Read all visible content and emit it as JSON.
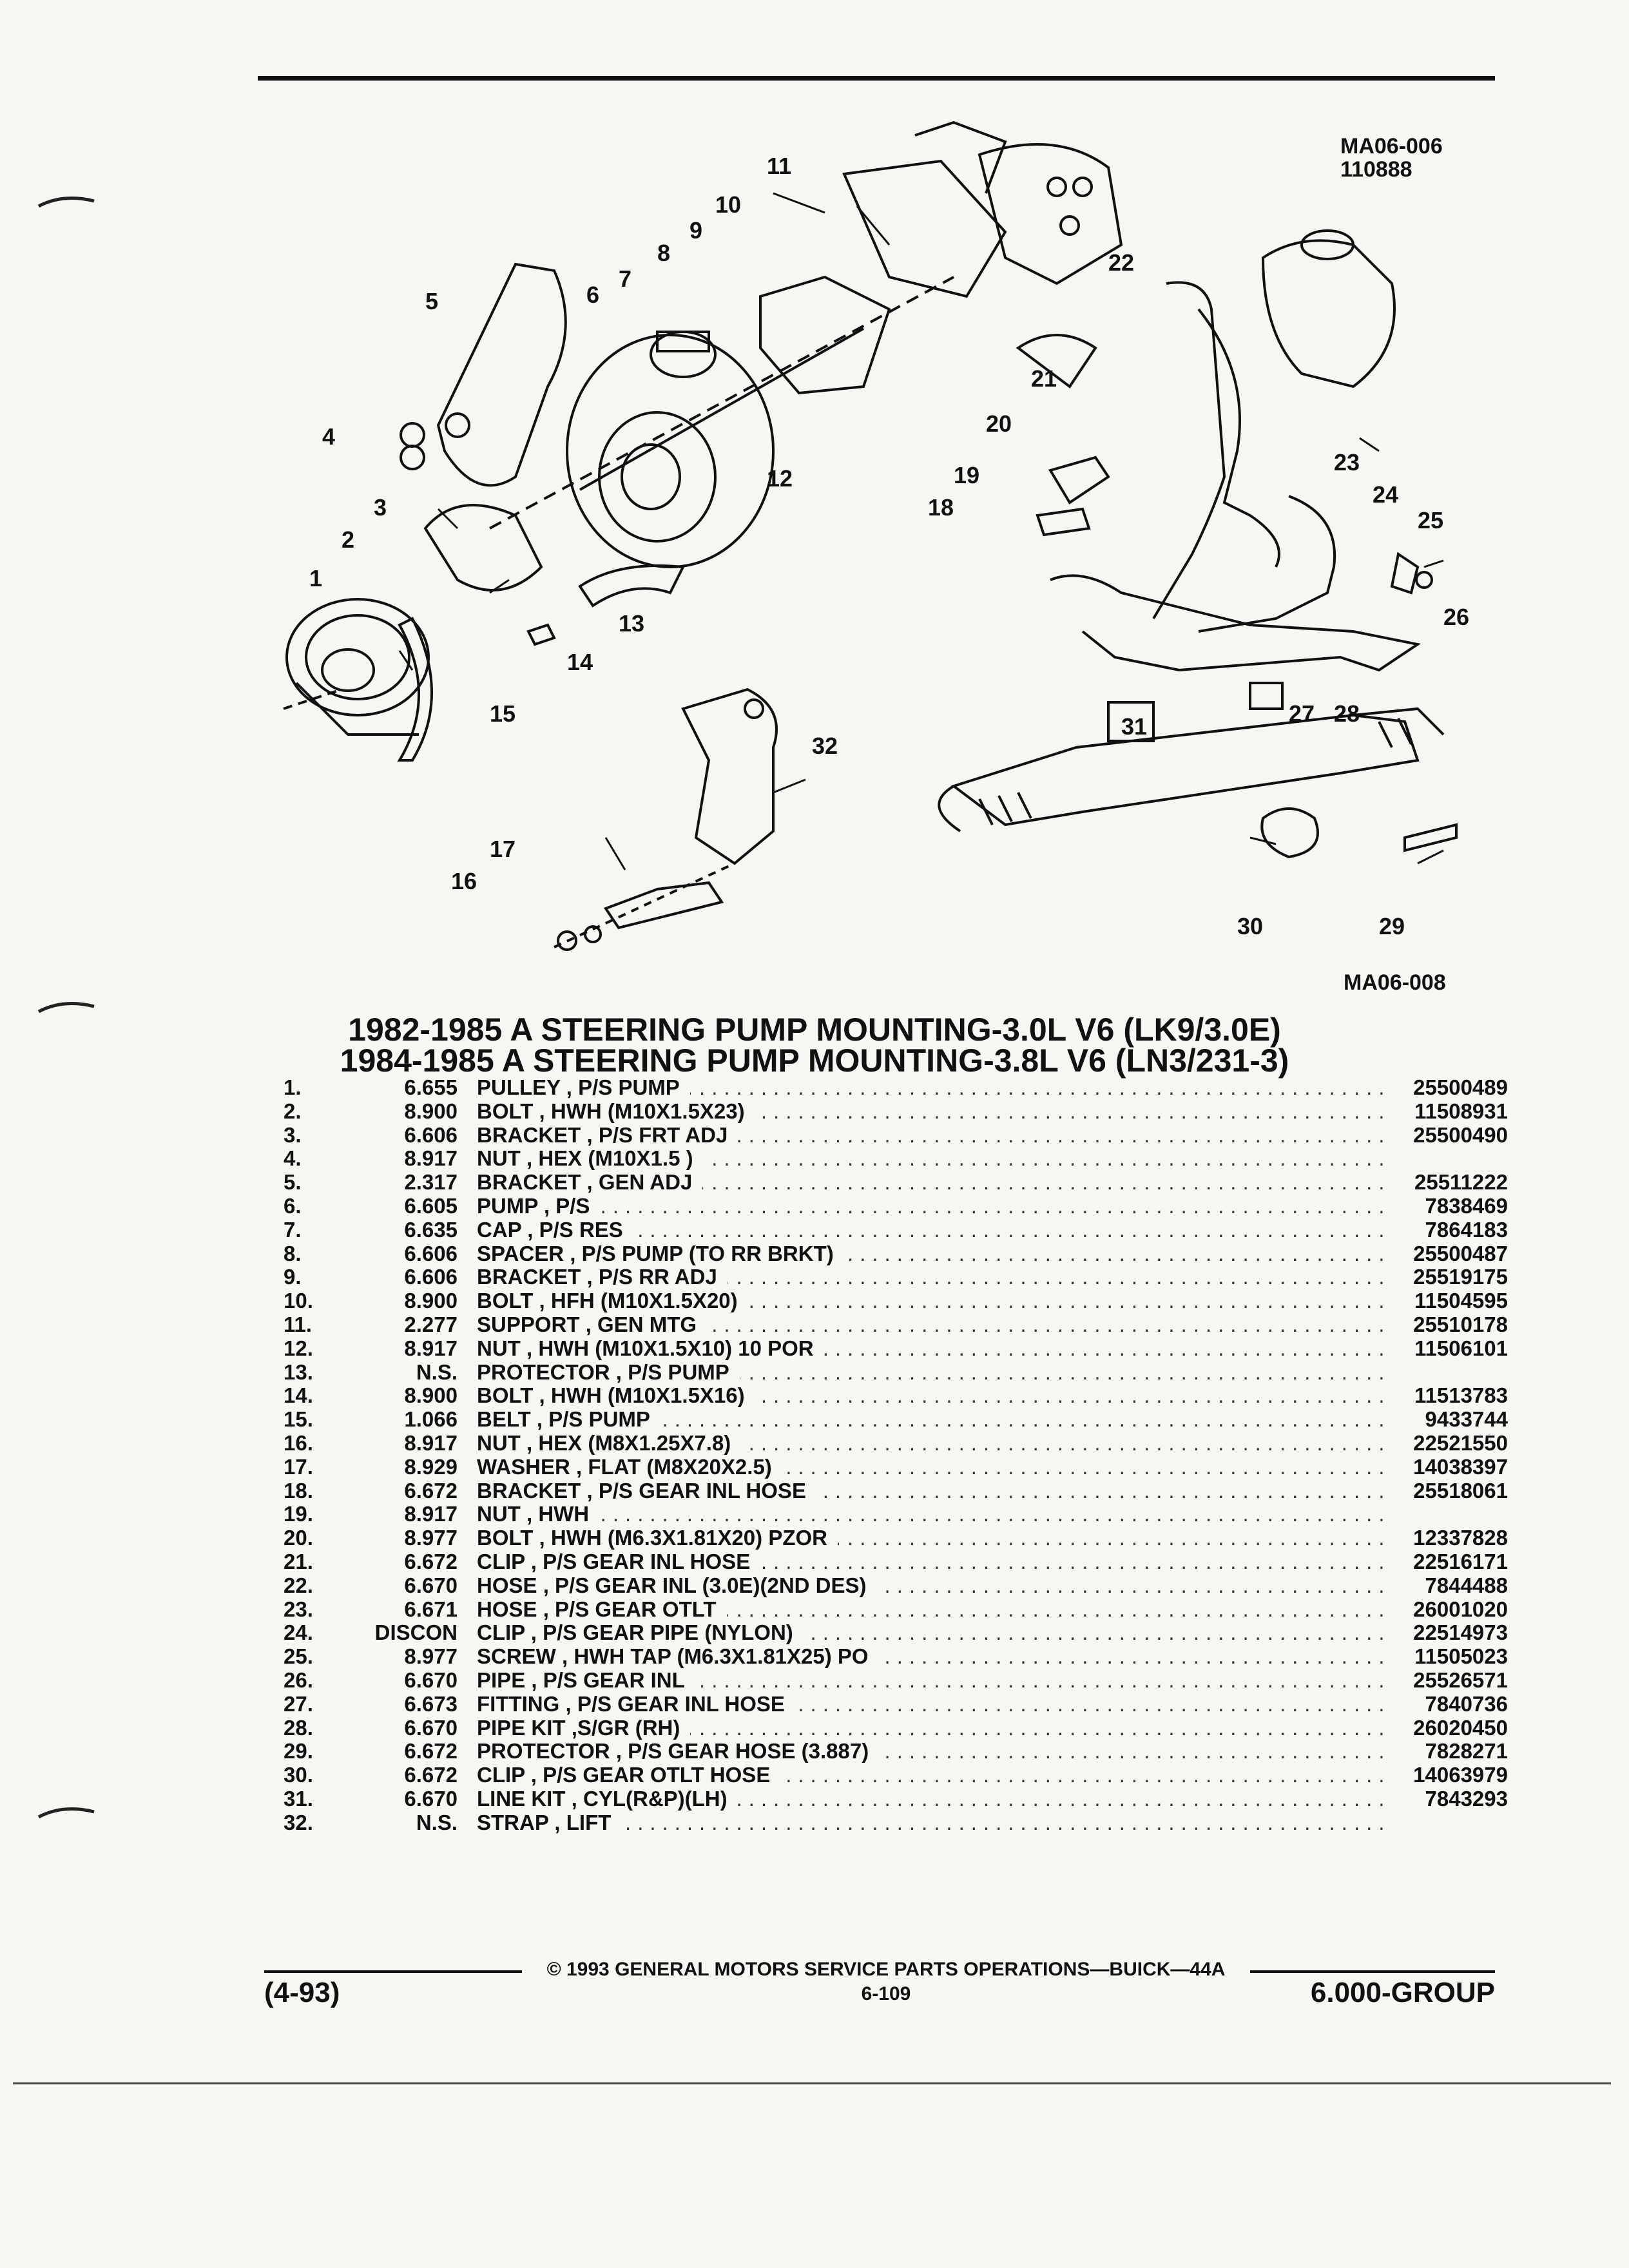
{
  "header": {
    "fig_code_1": "MA06-006",
    "fig_code_2": "110888",
    "fig_code_bottom": "MA06-008"
  },
  "diagram": {
    "callouts": [
      "1",
      "2",
      "3",
      "4",
      "5",
      "6",
      "7",
      "8",
      "9",
      "10",
      "11",
      "12",
      "13",
      "14",
      "15",
      "16",
      "17",
      "18",
      "19",
      "20",
      "21",
      "22",
      "23",
      "24",
      "25",
      "26",
      "27",
      "28",
      "29",
      "30",
      "31",
      "32"
    ]
  },
  "title": {
    "line1": "1982-1985 A STEERING PUMP MOUNTING-3.0L V6 (LK9/3.0E)",
    "line2": "1984-1985 A STEERING PUMP MOUNTING-3.8L V6 (LN3/231-3)"
  },
  "parts": [
    {
      "num": "1.",
      "code": "6.655",
      "desc": "PULLEY , P/S PUMP",
      "pn": "25500489"
    },
    {
      "num": "2.",
      "code": "8.900",
      "desc": "BOLT , HWH (M10X1.5X23)",
      "pn": "11508931"
    },
    {
      "num": "3.",
      "code": "6.606",
      "desc": "BRACKET , P/S FRT ADJ",
      "pn": "25500490"
    },
    {
      "num": "4.",
      "code": "8.917",
      "desc": "NUT , HEX (M10X1.5 )",
      "pn": ""
    },
    {
      "num": "5.",
      "code": "2.317",
      "desc": "BRACKET , GEN ADJ",
      "pn": "25511222"
    },
    {
      "num": "6.",
      "code": "6.605",
      "desc": "PUMP , P/S",
      "pn": "7838469"
    },
    {
      "num": "7.",
      "code": "6.635",
      "desc": "CAP , P/S RES",
      "pn": "7864183"
    },
    {
      "num": "8.",
      "code": "6.606",
      "desc": "SPACER , P/S PUMP (TO RR BRKT)",
      "pn": "25500487"
    },
    {
      "num": "9.",
      "code": "6.606",
      "desc": "BRACKET , P/S RR ADJ",
      "pn": "25519175"
    },
    {
      "num": "10.",
      "code": "8.900",
      "desc": "BOLT , HFH (M10X1.5X20)",
      "pn": "11504595"
    },
    {
      "num": "11.",
      "code": "2.277",
      "desc": "SUPPORT , GEN MTG",
      "pn": "25510178"
    },
    {
      "num": "12.",
      "code": "8.917",
      "desc": "NUT , HWH (M10X1.5X10) 10 POR",
      "pn": "11506101"
    },
    {
      "num": "13.",
      "code": "N.S.",
      "desc": "PROTECTOR , P/S PUMP",
      "pn": ""
    },
    {
      "num": "14.",
      "code": "8.900",
      "desc": "BOLT , HWH (M10X1.5X16)",
      "pn": "11513783"
    },
    {
      "num": "15.",
      "code": "1.066",
      "desc": "BELT , P/S PUMP",
      "pn": "9433744"
    },
    {
      "num": "16.",
      "code": "8.917",
      "desc": "NUT , HEX (M8X1.25X7.8)",
      "pn": "22521550"
    },
    {
      "num": "17.",
      "code": "8.929",
      "desc": "WASHER , FLAT (M8X20X2.5)",
      "pn": "14038397"
    },
    {
      "num": "18.",
      "code": "6.672",
      "desc": "BRACKET , P/S GEAR INL HOSE",
      "pn": "25518061"
    },
    {
      "num": "19.",
      "code": "8.917",
      "desc": "NUT , HWH",
      "pn": ""
    },
    {
      "num": "20.",
      "code": "8.977",
      "desc": "BOLT , HWH (M6.3X1.81X20) PZOR",
      "pn": "12337828"
    },
    {
      "num": "21.",
      "code": "6.672",
      "desc": "CLIP , P/S GEAR INL HOSE",
      "pn": "22516171"
    },
    {
      "num": "22.",
      "code": "6.670",
      "desc": "HOSE , P/S GEAR INL (3.0E)(2ND DES)",
      "pn": "7844488"
    },
    {
      "num": "23.",
      "code": "6.671",
      "desc": "HOSE , P/S GEAR OTLT",
      "pn": "26001020"
    },
    {
      "num": "24.",
      "code": "DISCON",
      "desc": "CLIP , P/S GEAR PIPE (NYLON)",
      "pn": "22514973"
    },
    {
      "num": "25.",
      "code": "8.977",
      "desc": "SCREW , HWH TAP (M6.3X1.81X25) PO",
      "pn": "11505023"
    },
    {
      "num": "26.",
      "code": "6.670",
      "desc": "PIPE , P/S GEAR INL",
      "pn": "25526571"
    },
    {
      "num": "27.",
      "code": "6.673",
      "desc": "FITTING , P/S GEAR INL HOSE",
      "pn": "7840736"
    },
    {
      "num": "28.",
      "code": "6.670",
      "desc": "PIPE KIT ,S/GR (RH)",
      "pn": "26020450"
    },
    {
      "num": "29.",
      "code": "6.672",
      "desc": "PROTECTOR , P/S GEAR HOSE (3.887)",
      "pn": "7828271"
    },
    {
      "num": "30.",
      "code": "6.672",
      "desc": "CLIP , P/S GEAR OTLT HOSE",
      "pn": "14063979"
    },
    {
      "num": "31.",
      "code": "6.670",
      "desc": "LINE KIT , CYL(R&P)(LH)",
      "pn": "7843293"
    },
    {
      "num": "32.",
      "code": "N.S.",
      "desc": "STRAP , LIFT",
      "pn": ""
    }
  ],
  "footer": {
    "copyright": "© 1993 GENERAL MOTORS SERVICE PARTS OPERATIONS—BUICK—44A",
    "page": "6-109",
    "date": "(4-93)",
    "group": "6.000-GROUP"
  }
}
